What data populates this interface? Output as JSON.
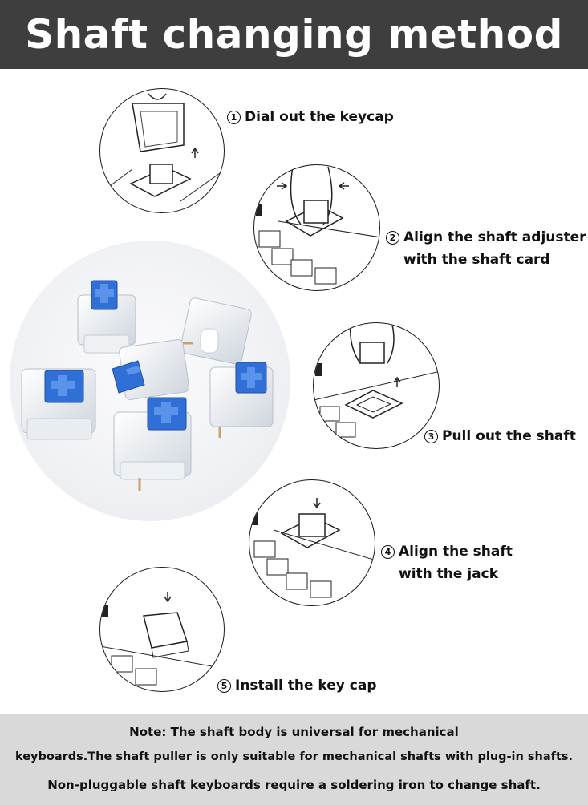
{
  "title": "Shaft changing method",
  "steps": [
    {
      "number": "1",
      "line1": "Dial out the keycap",
      "line2": ""
    },
    {
      "number": "2",
      "line1": "Align the shaft adjuster",
      "line2": "with the shaft card"
    },
    {
      "number": "3",
      "line1": "Pull out the shaft",
      "line2": ""
    },
    {
      "number": "4",
      "line1": "Align the shaft",
      "line2": "with  the jack"
    },
    {
      "number": "5",
      "line1": "Install the key cap",
      "line2": ""
    }
  ],
  "note": {
    "line1": "Note: The shaft body is universal for mechanical",
    "line2": "keyboards.The shaft puller is only suitable for mechanical shafts with plug-in shafts.",
    "line3": "Non-pluggable shaft keyboards require a soldering iron to change shaft."
  },
  "colors": {
    "header_bg": "#3e3e3e",
    "note_bg": "#d9d9d9",
    "switch_stem": "#2f6fd6"
  }
}
